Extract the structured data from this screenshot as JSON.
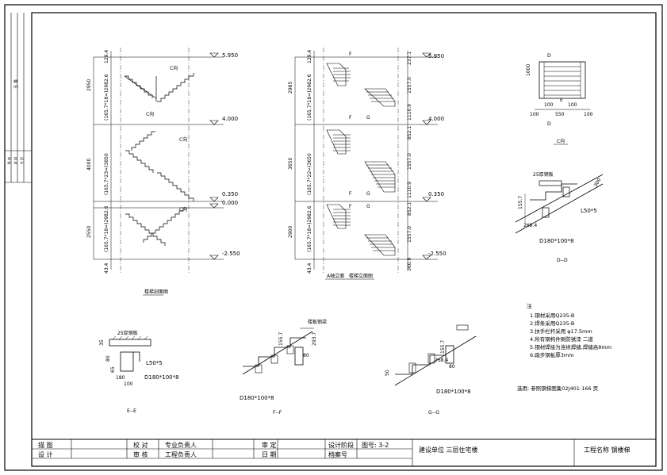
{
  "side_strip": {
    "c1": "备 注",
    "c2": "审 核",
    "c3": "校 对",
    "c4": "设 计"
  },
  "elev1": {
    "levels": [
      "5.950",
      "4.000",
      "0.350",
      "0.000",
      "-2.550"
    ],
    "left_dims": [
      "2950",
      "4000",
      "2550"
    ],
    "vert_dims": [
      "129.4",
      "(165.7*18=)2982.6",
      "(165.7*23=)3850",
      "(165.7*18=)2982.6",
      "43.4"
    ],
    "section_tags": [
      "C向",
      "C向",
      "C向",
      "C向"
    ],
    "caption": "楼梯剖面图"
  },
  "elev2": {
    "levels": [
      "5.950",
      "4.000",
      "0.350",
      "-2.550"
    ],
    "left_dims": [
      "2985",
      "3650",
      "2900"
    ],
    "vert_dims_left": [
      "129.4",
      "(165.7*18=)2982.6",
      "(165.7*22=)3650",
      "(165.7*18=)2982.6",
      "43.4"
    ],
    "vert_dims_right": [
      "237.1",
      "1557.0",
      "1110.9",
      "852.1",
      "1557.0",
      "1110.9",
      "852.1",
      "1557.0",
      "360.9"
    ],
    "tags": [
      "F",
      "F",
      "G",
      "F",
      "G",
      "F",
      "G"
    ],
    "captions": [
      "A轴立面",
      "楼梯立面图"
    ]
  },
  "c_view": {
    "dims": [
      "100",
      "550",
      "100",
      "100",
      "100",
      "1000"
    ],
    "marks": [
      "D",
      "D",
      "E"
    ],
    "caption": "C向"
  },
  "d_section": {
    "dims": [
      "25厚钢板",
      "155.7",
      "268.4",
      "L50*5",
      "D180*100*8",
      "300"
    ],
    "caption": "D--D"
  },
  "e_section": {
    "dims": [
      "25厚钢板",
      "35",
      "80",
      "65",
      "L50*5",
      "180",
      "100",
      "D180*100*8"
    ],
    "caption": "E--E"
  },
  "f_section": {
    "dims": [
      "155.7",
      "80",
      "293.7",
      "楼板钢梁",
      "D180*100*8"
    ],
    "caption": "F--F"
  },
  "g_section": {
    "dims": [
      "155.7",
      "268.4",
      "50",
      "80",
      "D180*100*8"
    ],
    "caption": "G--G"
  },
  "notes": {
    "title": "注",
    "items": [
      "1.钢材采用Q235-B",
      "2.焊条采用Q235-B",
      "3.扶手栏杆采用 φ17.5mm",
      "4.所有钢构件刷防锈漆 二道",
      "5.钢材焊接为连续焊缝,焊缝高8mm",
      "6.踏步钢板厚3mm"
    ],
    "ref": "选用: 参照钢梯图集02J401-166 页"
  },
  "title_block": {
    "r1": [
      "描 图",
      "校 对",
      "专业负责人",
      "审 定",
      "设计阶段",
      "图号: 3-2"
    ],
    "r2": [
      "设 计",
      "审 核",
      "工程负责人",
      "日 期",
      "档案号"
    ],
    "unit": "建设单位 三层住宅楼",
    "drawing_name": "工程名称 钢楼梯"
  }
}
